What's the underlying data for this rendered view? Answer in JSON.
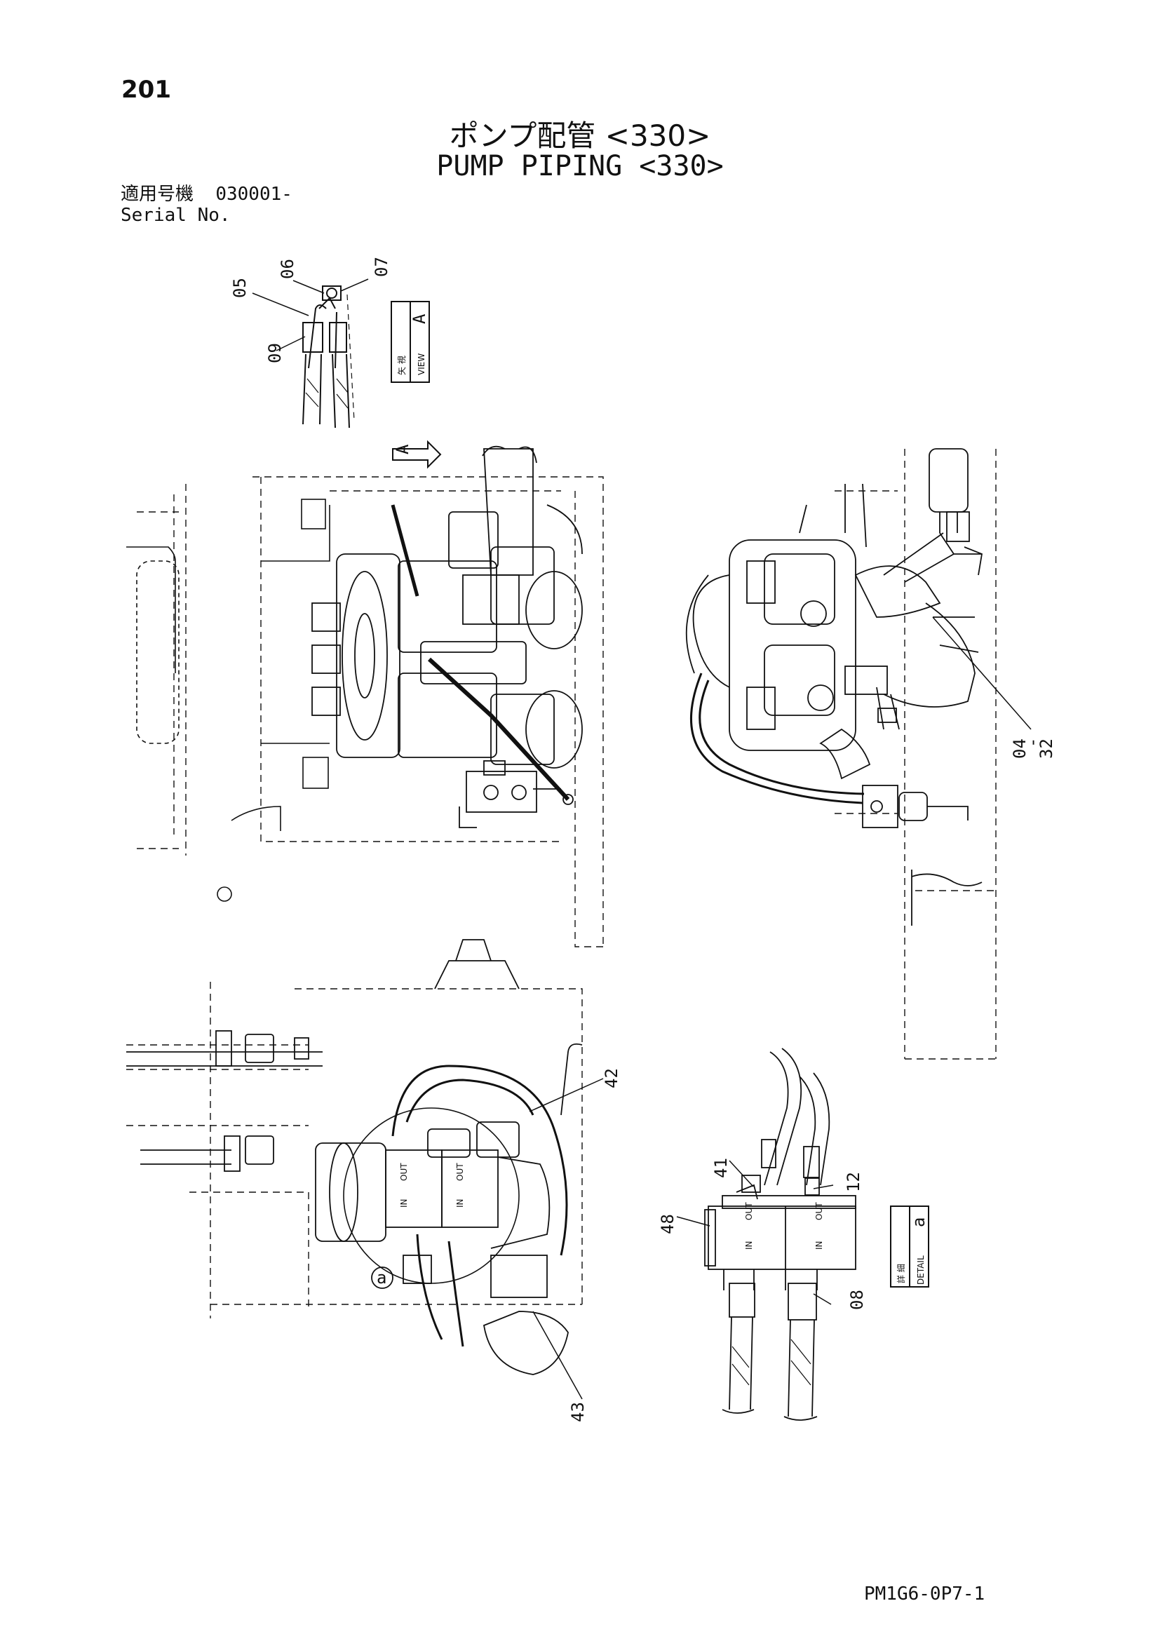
{
  "page": {
    "number": "201",
    "title_jp": "ポンプ配管 <330>",
    "title_en": "PUMP PIPING <330>",
    "serial_label_jp": "適用号機",
    "serial_value": "030001-",
    "serial_label_en": "Serial No.",
    "doc_id": "PM1G6-0P7-1"
  },
  "view_a_box": {
    "jp": "矢 視",
    "en": "VIEW",
    "letter": "A"
  },
  "detail_a_box": {
    "jp": "詳 細",
    "en": "DETAIL",
    "letter": "a"
  },
  "view_arrow_letter": "A",
  "detail_circle_letter": "a",
  "callouts": {
    "c05": "05",
    "c06": "06",
    "c07": "07",
    "c09": "09",
    "c04": "04",
    "c04dash": "-",
    "c32": "32",
    "c42": "42",
    "c43": "43",
    "c41": "41",
    "c12": "12",
    "c48": "48",
    "c08": "08"
  },
  "port_labels": {
    "in": "IN",
    "out": "OUT"
  }
}
